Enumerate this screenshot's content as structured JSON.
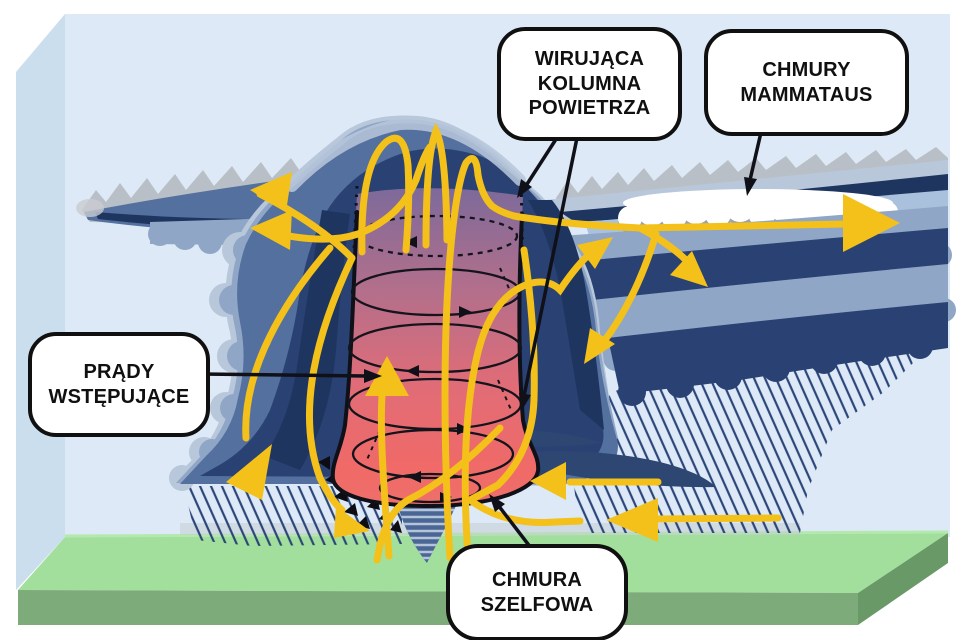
{
  "callouts": {
    "rotating_column": {
      "lines": [
        "WIRUJĄCA",
        "KOLUMNA",
        "POWIETRZA"
      ]
    },
    "mammatus": {
      "lines": [
        "CHMURY",
        "MAMMATAUS"
      ]
    },
    "updrafts": {
      "lines": [
        "PRĄDY",
        "WSTĘPUJĄCE"
      ]
    },
    "shelf_cloud": {
      "lines": [
        "CHMURA",
        "SZELFOWA"
      ]
    }
  },
  "colors": {
    "sky": "#dde9f6",
    "sky_side": "#cbdeee",
    "ground_top": "#a2df9d",
    "ground_front": "#7dab79",
    "ground_side": "#699966",
    "cloud_mid": "#53709f",
    "cloud_dark": "#2a4273",
    "cloud_darker": "#1e3560",
    "cloud_light": "#8fa6c6",
    "cloud_pale": "#b9c7db",
    "cloud_spike": "#b9bfc7",
    "mammatus_back": "#a9c1dd",
    "mammatus_white": "#ffffff",
    "column_top": "#7d6a9a",
    "column_mid": "#d06e80",
    "column_bottom": "#f06a67",
    "arrow_yellow": "#f3c119",
    "rain_line": "#2c4679",
    "funnel_blue": "#4a6694",
    "outline_black": "#101018"
  }
}
